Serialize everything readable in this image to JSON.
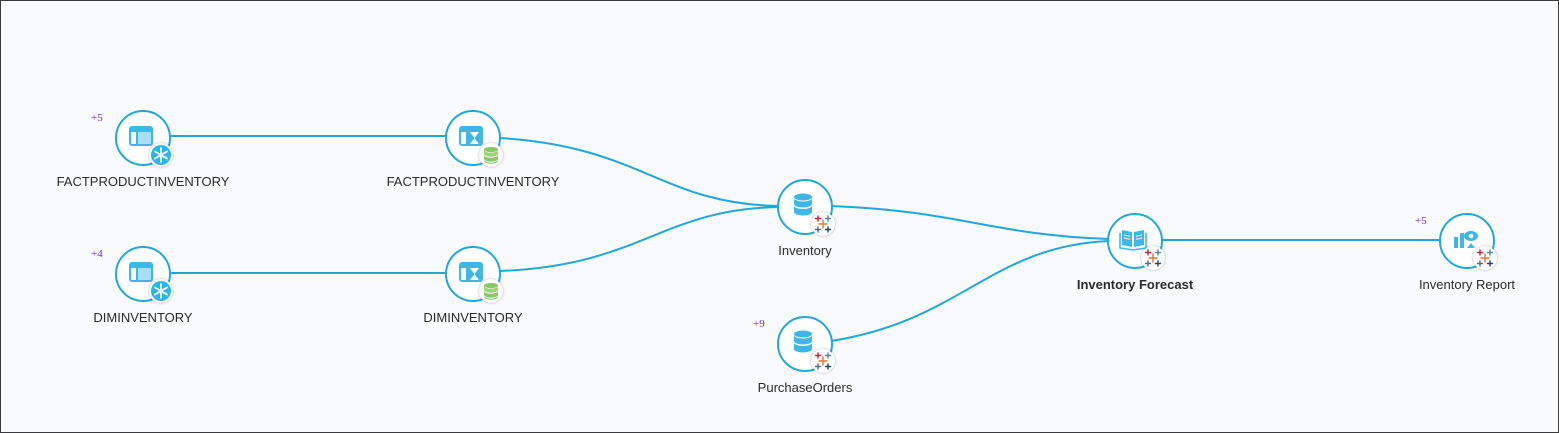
{
  "colors": {
    "edge": "#1fa8dc",
    "node_ring": "#1fa8dc",
    "node_icon": "#3fb7e6",
    "count_text": "#7a2cc9",
    "database_badge": "#8cc86a",
    "snowflake_badge": "#29b5e8"
  },
  "nodes": {
    "fact_source": {
      "label": "FACTPRODUCTINVENTORY",
      "count": "+5",
      "icon": "table-icon",
      "badge": "snowflake-icon"
    },
    "dim_source": {
      "label": "DIMINVENTORY",
      "count": "+4",
      "icon": "table-icon",
      "badge": "snowflake-icon"
    },
    "fact_extract": {
      "label": "FACTPRODUCTINVENTORY",
      "icon": "table-extract-icon",
      "badge": "database-icon"
    },
    "dim_extract": {
      "label": "DIMINVENTORY",
      "icon": "table-extract-icon",
      "badge": "database-icon"
    },
    "inventory": {
      "label": "Inventory",
      "icon": "datasource-icon",
      "badge": "tableau-icon"
    },
    "purchase_orders": {
      "label": "PurchaseOrders",
      "count": "+9",
      "icon": "datasource-icon",
      "badge": "tableau-icon"
    },
    "inventory_forecast": {
      "label": "Inventory Forecast",
      "icon": "workbook-icon",
      "badge": "tableau-icon",
      "emphasized": true
    },
    "inventory_report": {
      "label": "Inventory Report",
      "count": "+5",
      "icon": "report-icon",
      "badge": "tableau-icon"
    }
  }
}
